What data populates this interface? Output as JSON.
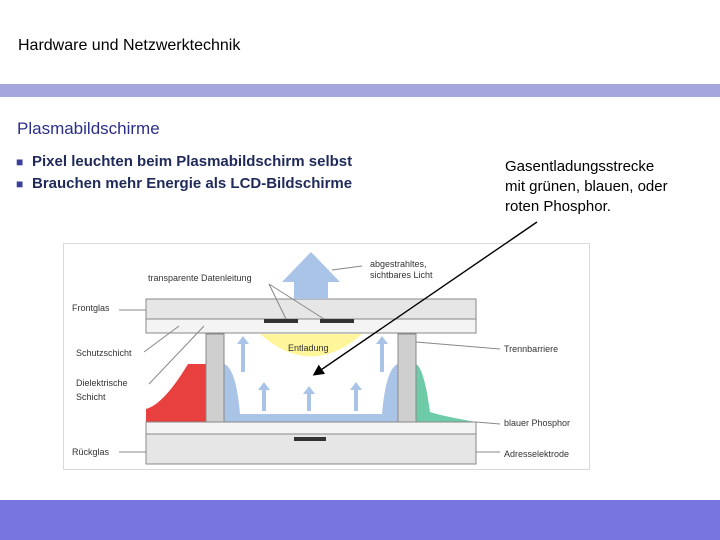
{
  "header": {
    "title": "Hardware und Netzwerktechnik"
  },
  "slide": {
    "title": "Plasmabildschirme",
    "bullets": [
      "Pixel leuchten beim Plasmabildschirm selbst",
      "Brauchen mehr Energie als LCD-Bildschirme"
    ],
    "callout": "Gasentladungsstrecke\nmit grünen, blauen, oder\nroten Phosphor."
  },
  "diagram": {
    "labels": {
      "light": "abgestrahltes, sichtbares Licht",
      "data_line": "transparente Datenleitung",
      "front_glass": "Frontglas",
      "discharge": "Entladung",
      "barrier": "Trennbarriere",
      "protective_layer": "Schutzschicht",
      "dielectric": "Dielektrische Schicht",
      "blue_phosphor": "blauer Phosphor",
      "rear_glass": "Rückglas",
      "address_electrode": "Adresselektrode"
    },
    "colors": {
      "red_phosphor": "#e8403f",
      "blue_phosphor": "#a9c4e6",
      "green_phosphor": "#6ecba8",
      "discharge": "#fff59a",
      "glass": "#e6e6e6",
      "barrier": "#cfcfcf",
      "arrow": "#a9c4e6"
    }
  }
}
